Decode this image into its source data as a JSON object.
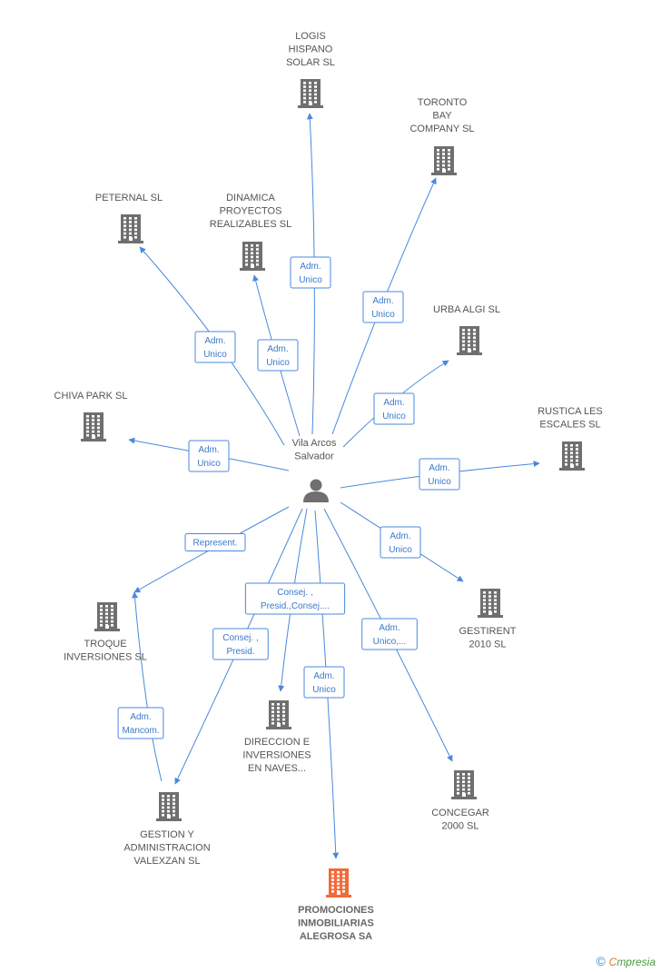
{
  "colors": {
    "edge": "#4a89dc",
    "building": "#6f6f6f",
    "main_building": "#f26a3a",
    "person": "#6f6f6f"
  },
  "center": {
    "name_lines": [
      "Vila Arcos",
      "Salvador"
    ],
    "icon": "person-icon"
  },
  "nodes": [
    {
      "id": "logis",
      "lines": [
        "LOGIS",
        "HISPANO",
        "SOLAR SL"
      ],
      "icon": "building-icon"
    },
    {
      "id": "toronto",
      "lines": [
        "TORONTO",
        "BAY",
        "COMPANY SL"
      ],
      "icon": "building-icon"
    },
    {
      "id": "peternal",
      "lines": [
        "PETERNAL SL"
      ],
      "icon": "building-icon"
    },
    {
      "id": "dinamica",
      "lines": [
        "DINAMICA",
        "PROYECTOS",
        "REALIZABLES SL"
      ],
      "icon": "building-icon"
    },
    {
      "id": "urba",
      "lines": [
        "URBA ALGI SL"
      ],
      "icon": "building-icon"
    },
    {
      "id": "chiva",
      "lines": [
        "CHIVA PARK SL"
      ],
      "icon": "building-icon"
    },
    {
      "id": "rustica",
      "lines": [
        "RUSTICA LES",
        "ESCALES  SL"
      ],
      "icon": "building-icon"
    },
    {
      "id": "gestirent",
      "lines": [
        "GESTIRENT",
        "2010 SL"
      ],
      "icon": "building-icon"
    },
    {
      "id": "troque",
      "lines": [
        "TROQUE",
        "INVERSIONES SL"
      ],
      "icon": "building-icon"
    },
    {
      "id": "direccion",
      "lines": [
        "DIRECCION E",
        "INVERSIONES",
        "EN NAVES..."
      ],
      "icon": "building-icon"
    },
    {
      "id": "concegar",
      "lines": [
        "CONCEGAR",
        "2000  SL"
      ],
      "icon": "building-icon"
    },
    {
      "id": "gestion",
      "lines": [
        "GESTION Y",
        "ADMINISTRACION",
        "VALEXZAN  SL"
      ],
      "icon": "building-icon"
    },
    {
      "id": "promociones",
      "lines": [
        "PROMOCIONES",
        "INMOBILIARIAS",
        "ALEGROSA SA"
      ],
      "icon": "building-icon",
      "main": true
    }
  ],
  "edges": [
    {
      "to": "logis",
      "label": [
        "Adm.",
        "Unico"
      ]
    },
    {
      "to": "toronto",
      "label": [
        "Adm.",
        "Unico"
      ]
    },
    {
      "to": "peternal",
      "label": [
        "Adm.",
        "Unico"
      ]
    },
    {
      "to": "dinamica",
      "label": [
        "Adm.",
        "Unico"
      ]
    },
    {
      "to": "urba",
      "label": [
        "Adm.",
        "Unico"
      ]
    },
    {
      "to": "chiva",
      "label": [
        "Adm.",
        "Unico"
      ]
    },
    {
      "to": "rustica",
      "label": [
        "Adm.",
        "Unico"
      ]
    },
    {
      "to": "gestirent",
      "label": [
        "Adm.",
        "Unico"
      ]
    },
    {
      "to": "troque",
      "label": [
        "Represent."
      ]
    },
    {
      "to": "direccion",
      "label": [
        "Consej. ,",
        "Presid.,Consej...."
      ]
    },
    {
      "to": "concegar",
      "label": [
        "Adm.",
        "Unico,..."
      ]
    },
    {
      "to": "gestion",
      "label": [
        "Consej. ,",
        "Presid."
      ]
    },
    {
      "to": "promociones",
      "label": [
        "Adm.",
        "Unico"
      ]
    },
    {
      "from": "gestion",
      "to": "troque",
      "label": [
        "Adm.",
        "Mancom."
      ]
    }
  ],
  "footer": {
    "symbol": "©",
    "brand_initial": "C",
    "brand_rest": "mpresia"
  }
}
